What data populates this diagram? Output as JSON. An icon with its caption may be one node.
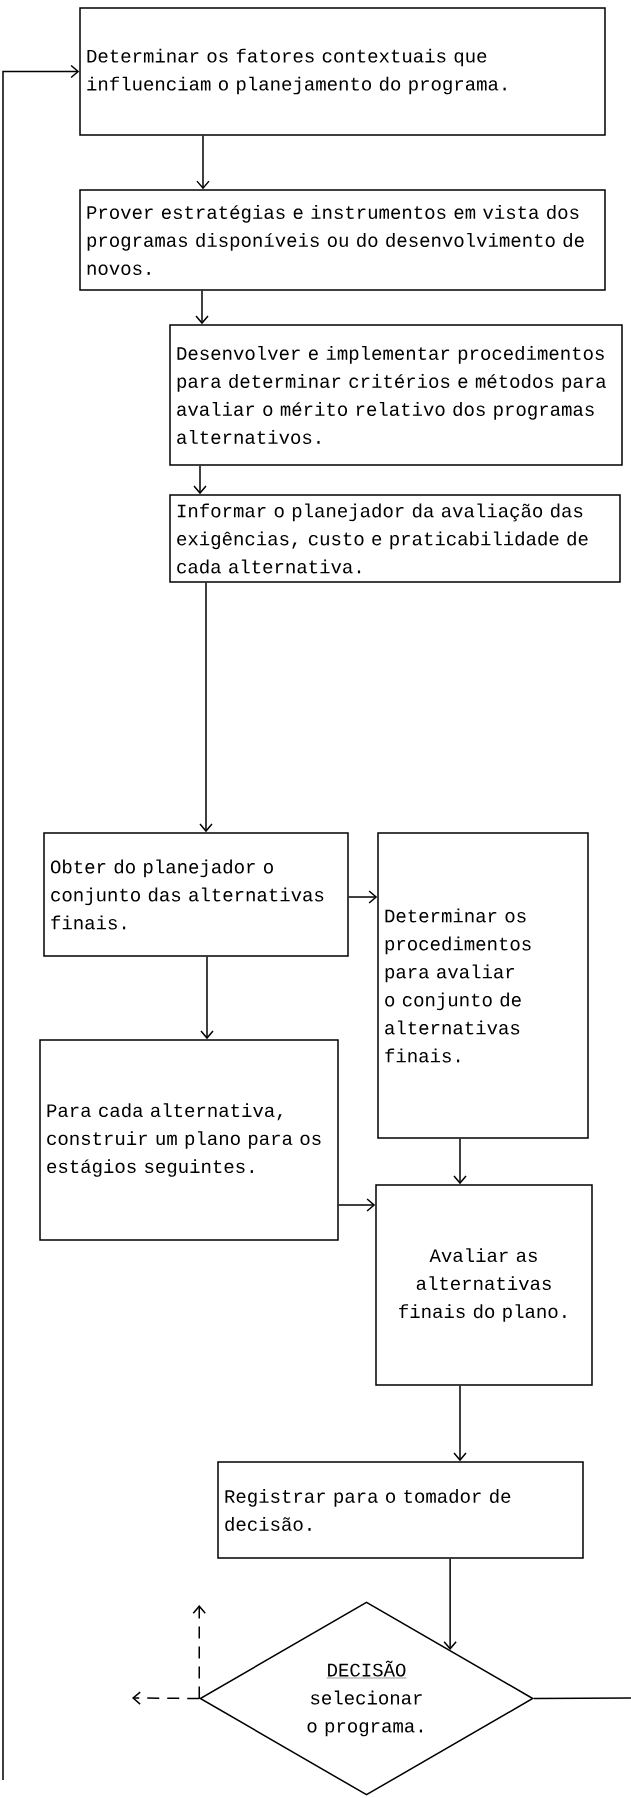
{
  "diagram": {
    "nodes": [
      {
        "text": [
          "Determinar os fatores contextuais que influenciam o planejamento do programa."
        ]
      },
      {
        "text": [
          "Prover estratégias e instrumentos em vista dos programas disponíveis ou do desenvolvimento de novos."
        ]
      },
      {
        "text": [
          "Desenvolver e implementar procedimentos para determinar critérios e métodos para avaliar o mérito relativo dos programas alternativos."
        ]
      },
      {
        "text": [
          "Informar o planejador da avaliação das exigências, custo e praticabilidade de cada alternativa."
        ]
      },
      {
        "text": [
          "Obter do planejador o conjunto das alternativas finais."
        ]
      },
      {
        "text": [
          "Determinar os procedimentos para avaliar o conjunto de alternativas finais."
        ]
      },
      {
        "text": [
          "Para cada alternativa, construir um plano para os estágios seguintes."
        ]
      },
      {
        "text": [
          "Avaliar as alternativas finais do plano."
        ]
      },
      {
        "text": [
          "Registrar para o tomador de decisão."
        ]
      },
      {
        "text": [
          "DECISÃO",
          "selecionar o programa."
        ]
      }
    ],
    "edges": [
      {
        "from": null,
        "to": 0,
        "arrow": "to"
      },
      {
        "from": 0,
        "to": 1,
        "arrow": "to"
      },
      {
        "from": 1,
        "to": 2,
        "arrow": "to"
      },
      {
        "from": 2,
        "to": 3,
        "arrow": "to"
      },
      {
        "from": 3,
        "to": 4,
        "arrow": "to"
      },
      {
        "from": 4,
        "to": 5,
        "arrow": "to"
      },
      {
        "from": 4,
        "to": 6,
        "arrow": "to"
      },
      {
        "from": 6,
        "to": 7,
        "arrow": "to"
      },
      {
        "from": 5,
        "to": 7,
        "arrow": "to"
      },
      {
        "from": 7,
        "to": 8,
        "arrow": "to"
      },
      {
        "from": 8,
        "to": 9,
        "arrow": "to"
      },
      {
        "from": 9,
        "to": null,
        "arrow": "none"
      },
      {
        "from": 9,
        "to": null,
        "arrow": "to",
        "style": "dashed"
      },
      {
        "from": 9,
        "to": null,
        "arrow": "to",
        "style": "dashed"
      }
    ]
  }
}
